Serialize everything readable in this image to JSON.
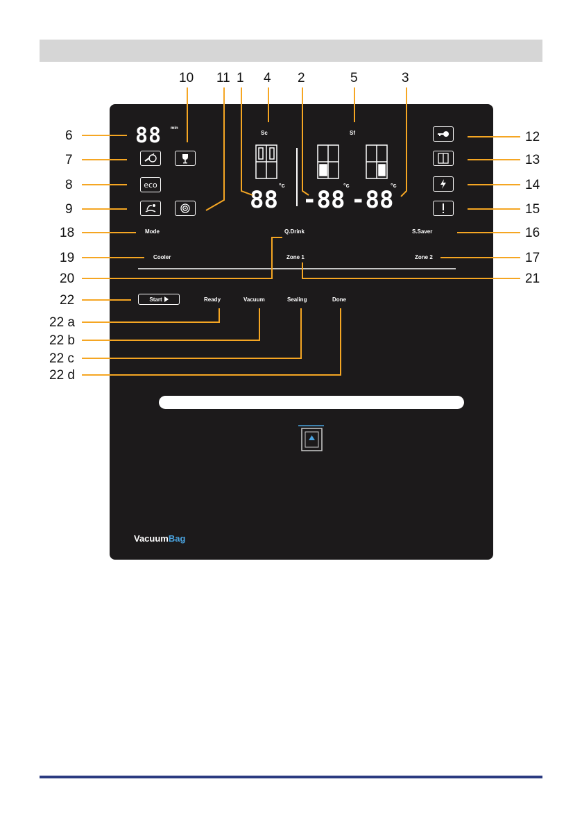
{
  "callouts": {
    "c1": "1",
    "c2": "2",
    "c3": "3",
    "c4": "4",
    "c5": "5",
    "c6": "6",
    "c7": "7",
    "c8": "8",
    "c9": "9",
    "c10": "10",
    "c11": "11",
    "c12": "12",
    "c13": "13",
    "c14": "14",
    "c15": "15",
    "c16": "16",
    "c17": "17",
    "c18": "18",
    "c19": "19",
    "c20": "20",
    "c21": "21",
    "c22": "22",
    "c22a": "22 a",
    "c22b": "22 b",
    "c22c": "22 c",
    "c22d": "22 d"
  },
  "panel": {
    "timer_digits": "88",
    "timer_unit": "min",
    "eco_label": "eco",
    "sc_label": "Sc",
    "sf_label": "Sf",
    "temp1": "88",
    "temp2": "-88",
    "temp3": "-88",
    "temp_unit": "°c",
    "mode_label": "Mode",
    "qdrink_label": "Q.Drink",
    "ssaver_label": "S.Saver",
    "cooler_label": "Cooler",
    "zone1_label": "Zone 1",
    "zone2_label": "Zone 2",
    "start_label": "Start",
    "ready_label": "Ready",
    "vacuum_label": "Vacuum",
    "sealing_label": "Sealing",
    "done_label": "Done",
    "brand_part1": "Vacuum",
    "brand_part2": "Bag"
  },
  "colors": {
    "panel": "#1c1a1b",
    "leader_line": "#f5a623",
    "brand_accent": "#4aa3df",
    "footer": "#2a3a80"
  }
}
